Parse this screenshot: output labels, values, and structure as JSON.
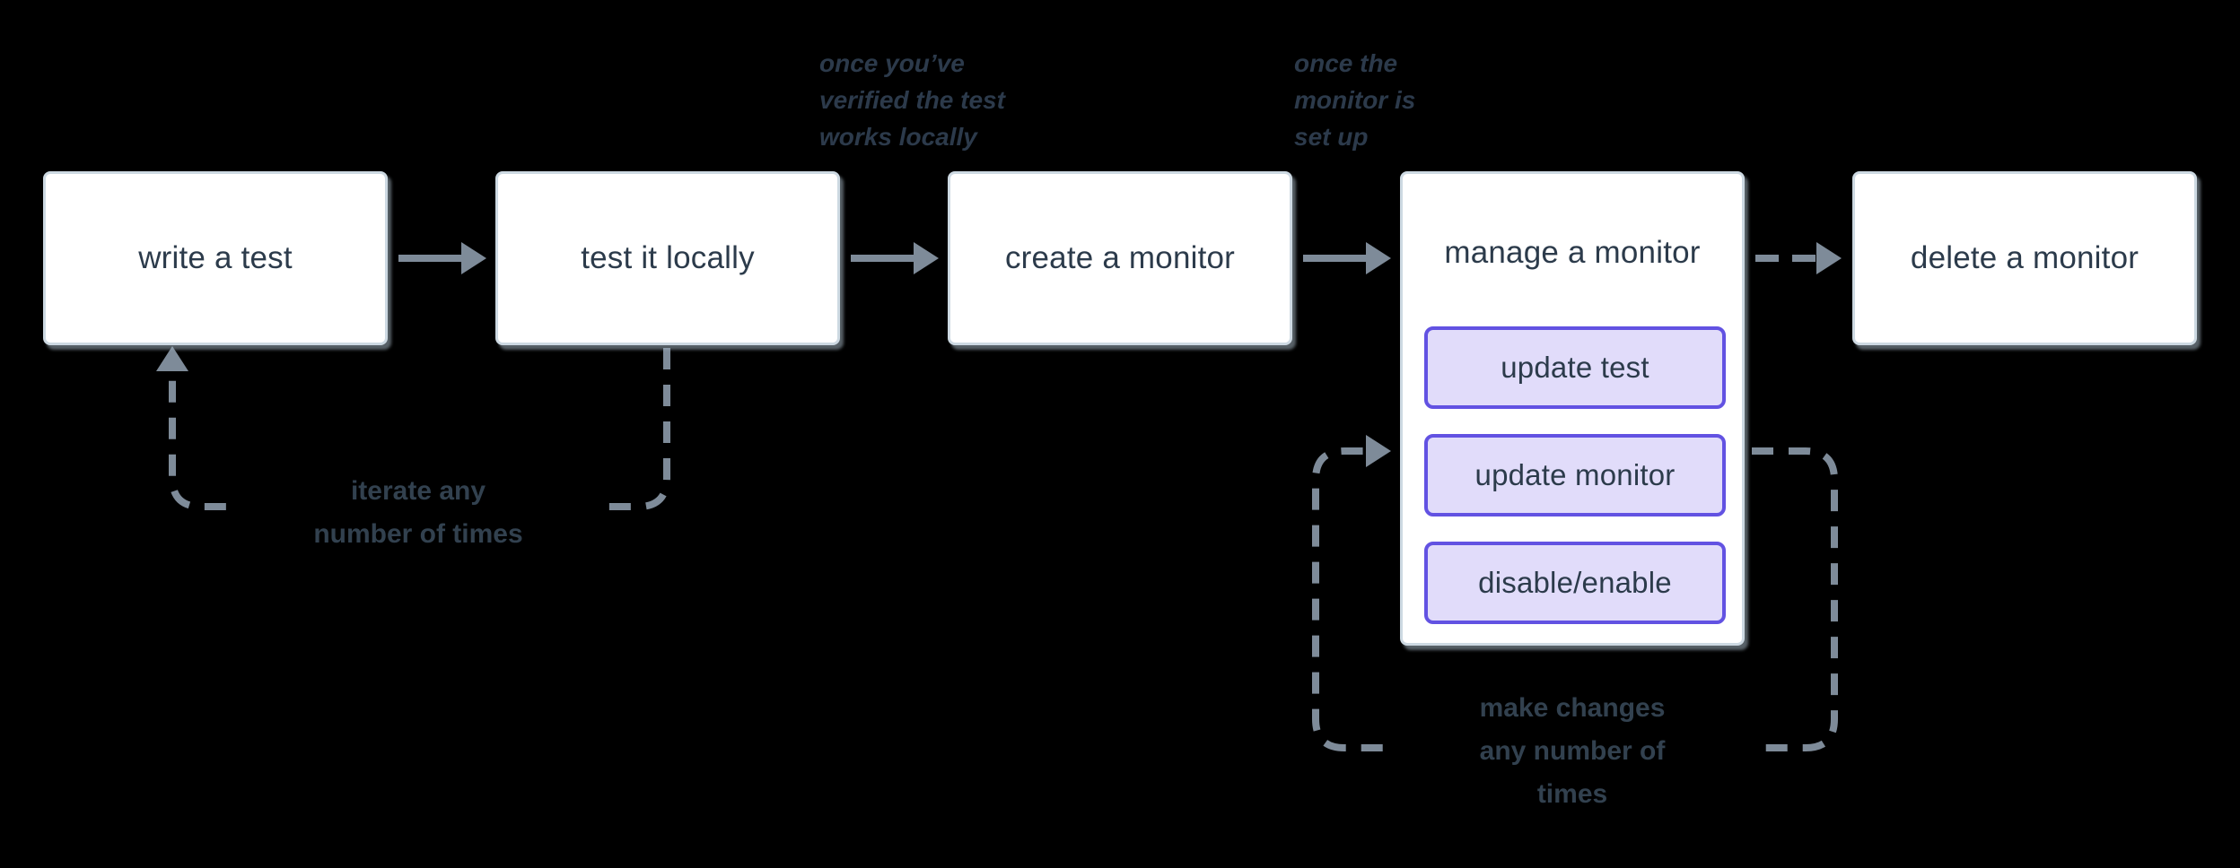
{
  "diagram": {
    "kind": "flowchart",
    "background": "#000000",
    "colors": {
      "node_fill": "#ffffff",
      "node_border": "#cdd9e2",
      "node_text": "#2c3b4b",
      "arrow": "#7e8b99",
      "subnode_fill": "#e1dcfa",
      "subnode_border": "#6252e2",
      "annotation_text": "#2c3a4b",
      "loop_label_text": "#32414f"
    },
    "nodes": [
      {
        "label": "write a test"
      },
      {
        "label": "test it locally"
      },
      {
        "label": "create a monitor"
      },
      {
        "label": "manage a monitor",
        "children": [
          {
            "label": "update test"
          },
          {
            "label": "update monitor"
          },
          {
            "label": "disable/enable"
          }
        ]
      },
      {
        "label": "delete a monitor"
      }
    ],
    "annotations": [
      {
        "text": "once you’ve\nverified the test\nworks locally"
      },
      {
        "text": "once the\nmonitor is\nset up"
      }
    ],
    "loops": [
      {
        "label": "iterate any\nnumber of times"
      },
      {
        "label": "make changes\nany number of\ntimes"
      }
    ]
  }
}
